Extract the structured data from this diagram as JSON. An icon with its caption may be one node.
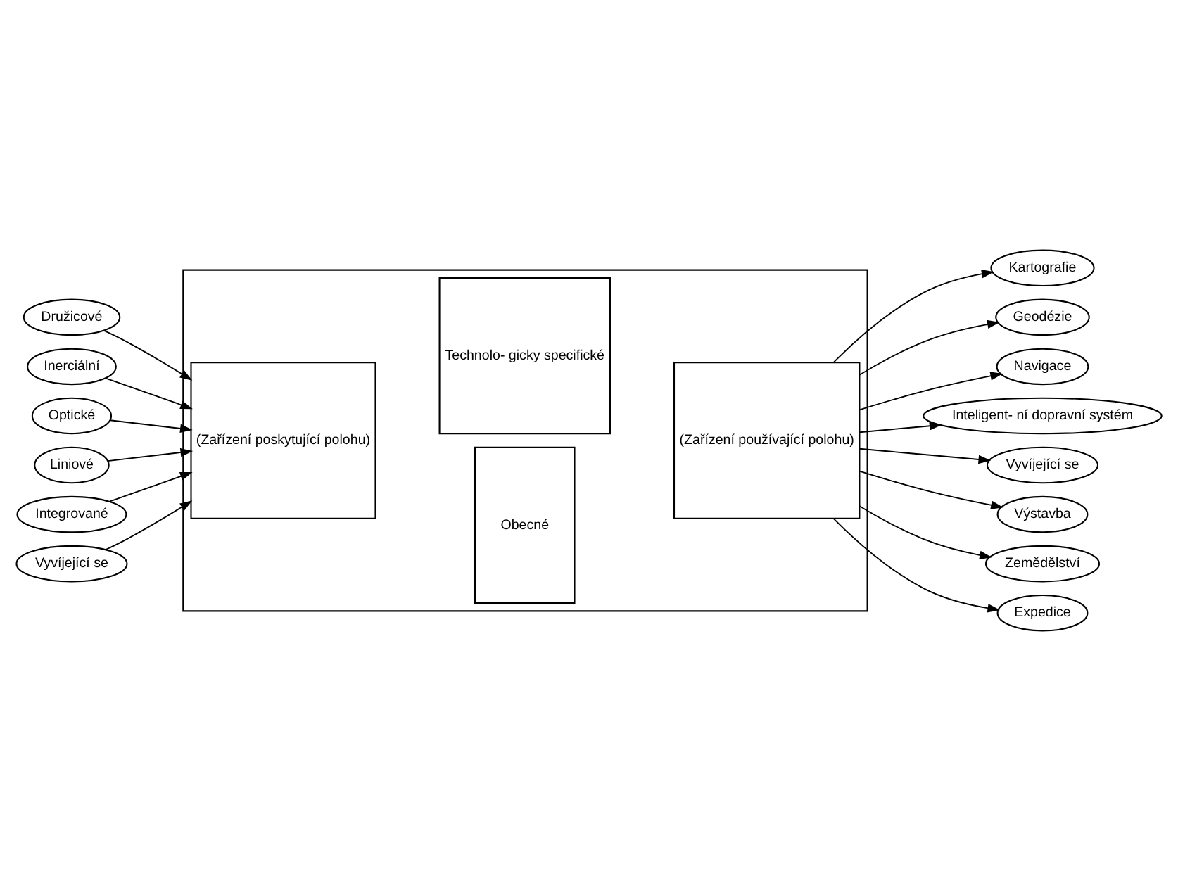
{
  "diagram": {
    "nodes": [
      {
        "text": [],
        "shape": "box"
      },
      {
        "text": [
          "(Zařízení poskytující polohu)"
        ],
        "in": 0
      },
      {
        "text": [
          "Obecné"
        ],
        "in": 0
      },
      {
        "text": [
          "Technolo- gicky specifické"
        ],
        "in": 0
      },
      {
        "text": [
          "(Zařízení používající polohu)"
        ],
        "in": 0
      },
      {
        "text": [
          "Družicové"
        ]
      },
      {
        "text": [
          "Inerciální"
        ]
      },
      {
        "text": [
          "Optické"
        ]
      },
      {
        "text": [
          "Liniové"
        ]
      },
      {
        "text": [
          "Integrované"
        ]
      },
      {
        "text": [
          "Vyvíjející se"
        ]
      },
      {
        "text": [
          "Kartografie"
        ]
      },
      {
        "text": [
          "Geodézie"
        ]
      },
      {
        "text": [
          "Navigace"
        ]
      },
      {
        "text": [
          "Inteligent- ní dopravní systém"
        ]
      },
      {
        "text": [
          "Vyvíjející se"
        ]
      },
      {
        "text": [
          "Výstavba"
        ]
      },
      {
        "text": [
          "Zemědělství"
        ]
      },
      {
        "text": [
          "Expedice"
        ]
      }
    ],
    "edges": [
      {
        "from": 5,
        "to": 1,
        "arrow": "to"
      },
      {
        "from": 6,
        "to": 1,
        "arrow": "to"
      },
      {
        "from": 7,
        "to": 1,
        "arrow": "to"
      },
      {
        "from": 8,
        "to": 1,
        "arrow": "to"
      },
      {
        "from": 9,
        "to": 1,
        "arrow": "to"
      },
      {
        "from": 10,
        "to": 1,
        "arrow": "to"
      },
      {
        "from": 4,
        "to": 11,
        "arrow": "to"
      },
      {
        "from": 4,
        "to": 12,
        "arrow": "to"
      },
      {
        "from": 4,
        "to": 13,
        "arrow": "to"
      },
      {
        "from": 4,
        "to": 14,
        "arrow": "to"
      },
      {
        "from": 4,
        "to": 15,
        "arrow": "to"
      },
      {
        "from": 4,
        "to": 16,
        "arrow": "to"
      },
      {
        "from": 4,
        "to": 17,
        "arrow": "to"
      },
      {
        "from": 4,
        "to": 18,
        "arrow": "to"
      }
    ]
  }
}
